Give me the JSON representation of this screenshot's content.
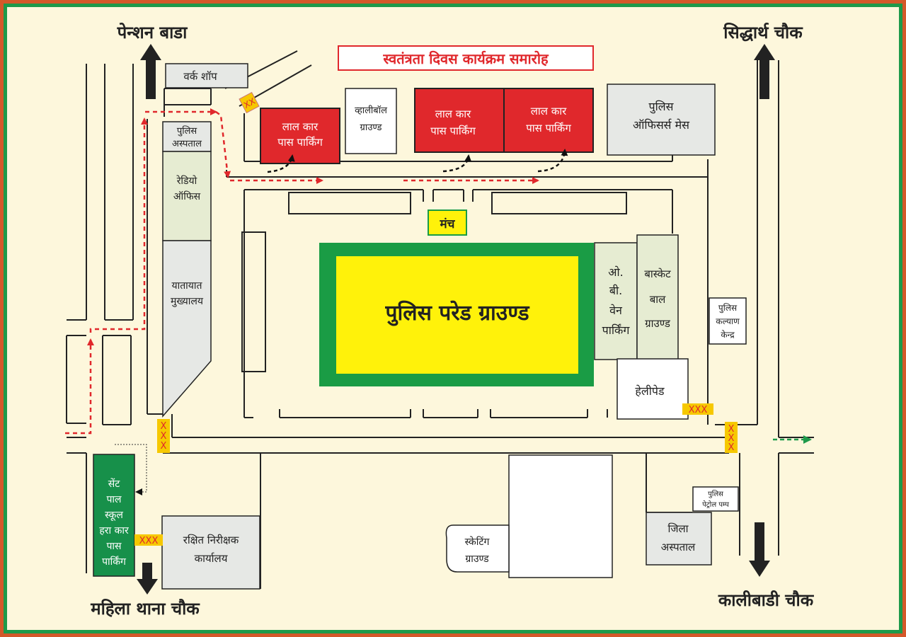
{
  "title": "स्वतंत्रता दिवस कार्यक्रम समारोह",
  "directions": {
    "top_left": "पेन्शन बाडा",
    "top_right": "सिद्धार्थ चौक",
    "bottom_left": "महिला थाना चौक",
    "bottom_right": "कालीबाडी चौक"
  },
  "buildings": {
    "workshop": "वर्क शॉप",
    "volleyball": [
      "व्हालीबॉल",
      "ग्राउण्ड"
    ],
    "parking_1": [
      "लाल कार",
      "पास पार्किंग"
    ],
    "parking_2": [
      "लाल कार",
      "पास पार्किंग"
    ],
    "parking_3": [
      "लाल कार",
      "पास पार्किंग"
    ],
    "officers_mess": [
      "पुलिस",
      "ऑफिसर्स मेस"
    ],
    "police_hospital": [
      "पुलिस",
      "अस्पताल"
    ],
    "radio_office": [
      "रेडियो",
      "ऑफिस"
    ],
    "traffic_hq": [
      "यातायात",
      "मुख्यालय"
    ],
    "stage": "मंच",
    "parade_ground": "पुलिस परेड ग्राउण्ड",
    "ob_van": [
      "ओ.",
      "बी.",
      "वेन",
      "पार्किंग"
    ],
    "basketball": [
      "बास्केट",
      "बाल",
      "ग्राउण्ड"
    ],
    "welfare": [
      "पुलिस",
      "कल्याण",
      "केन्द्र"
    ],
    "helipad": "हेलीपेड",
    "st_paul": [
      "सेंट",
      "पाल",
      "स्कूल",
      "हरा कार",
      "पास",
      "पार्किंग"
    ],
    "reserve_inspector": [
      "रक्षित निरीक्षक",
      "कार्यालय"
    ],
    "skating": [
      "स्केटिंग",
      "ग्राउण्ड"
    ],
    "petrol_pump": [
      "पुलिस",
      "पेट्रोल पम्प"
    ],
    "district_hospital": [
      "जिला",
      "अस्पताल"
    ]
  },
  "colors": {
    "frame_outer": "#d4582a",
    "frame_inner": "#1e9a4a",
    "background": "#fdf7dc",
    "parking_red": "#e0282c",
    "parade_green": "#1a9c45",
    "parade_yellow": "#fff20a",
    "grey_building": "#e6e8e5",
    "light_green_building": "#e6ecd2",
    "st_paul_green": "#17904a",
    "title_red": "#e0282c",
    "road_line": "#222222"
  }
}
